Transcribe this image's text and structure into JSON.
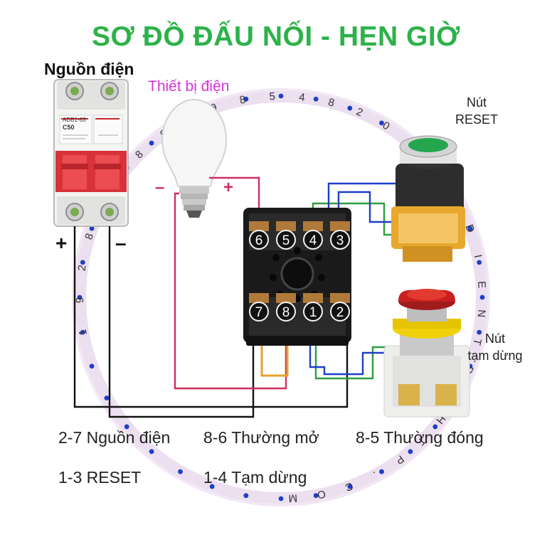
{
  "title": "SƠ ĐỒ ĐẤU NỐI - HẸN GIỜ",
  "colors": {
    "title": "#2db24a",
    "device_label": "#d633d6",
    "wire_red": "#cf2f5e",
    "wire_green": "#2f9e3e",
    "wire_blue": "#1e3fc8",
    "wire_black": "#111111",
    "wire_orange": "#e7a32a",
    "watermark_ring": "#e7d8ec"
  },
  "labels": {
    "power_source": "Nguồn điện",
    "device": "Thiết bị điện",
    "reset_button_line1": "Nút",
    "reset_button_line2": "RESET",
    "pause_button_line1": "Nút",
    "pause_button_line2": "tạm dừng",
    "plus": "+",
    "minus": "–",
    "bulb_minus": "–",
    "bulb_plus": "+"
  },
  "breaker": {
    "model": "ADB1-63",
    "rating": "C50"
  },
  "relay": {
    "top_pins": [
      "6",
      "5",
      "4",
      "3"
    ],
    "bottom_pins": [
      "7",
      "8",
      "1",
      "2"
    ]
  },
  "watermark": {
    "right_letters": [
      "D",
      "I",
      "E",
      "N",
      "T",
      "R",
      "O",
      "H",
      "T",
      "P",
      ".",
      "C",
      "O",
      "M"
    ],
    "top_digits": [
      "0",
      "9",
      "8",
      "5",
      "4",
      "8",
      "2",
      "0",
      "9",
      "1"
    ],
    "left_digits": [
      "1",
      "9",
      "2",
      "8",
      "4",
      "5",
      "8",
      "9",
      "0"
    ]
  },
  "captions": {
    "row1": [
      "2-7 Nguồn điện",
      "8-6 Thường mở",
      "8-5 Thường đóng"
    ],
    "row2": [
      "1-3 RESET",
      "1-4 Tạm dừng"
    ]
  }
}
